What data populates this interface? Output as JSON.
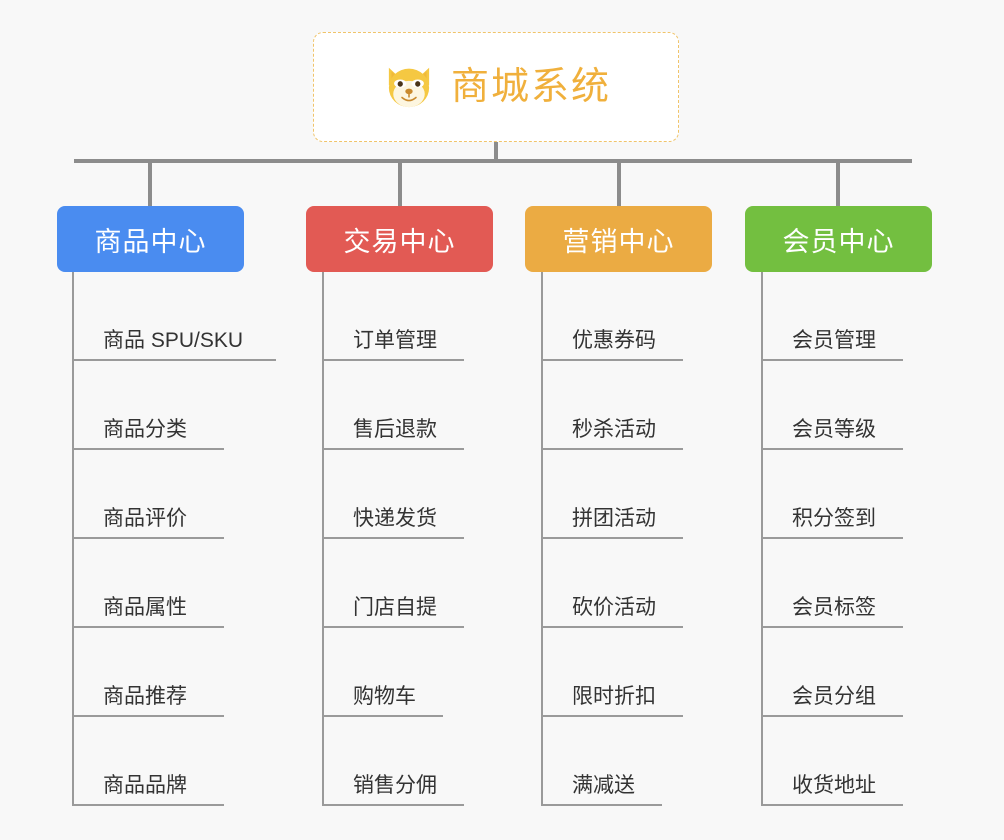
{
  "background_color": "#f8f8f8",
  "root": {
    "title": "商城系统",
    "icon": "dog-face-emoji",
    "text_color": "#f0b03c",
    "border_color": "#f0c46a",
    "background_color": "#ffffff"
  },
  "connector_color": "#8c8c8c",
  "branches": [
    {
      "label": "商品中心",
      "color": "#4a8cf0",
      "items": [
        "商品 SPU/SKU",
        "商品分类",
        "商品评价",
        "商品属性",
        "商品推荐",
        "商品品牌"
      ]
    },
    {
      "label": "交易中心",
      "color": "#e25a54",
      "items": [
        "订单管理",
        "售后退款",
        "快递发货",
        "门店自提",
        "购物车",
        "销售分佣"
      ]
    },
    {
      "label": "营销中心",
      "color": "#ebab43",
      "items": [
        "优惠券码",
        "秒杀活动",
        "拼团活动",
        "砍价活动",
        "限时折扣",
        "满减送"
      ]
    },
    {
      "label": "会员中心",
      "color": "#73bf40",
      "items": [
        "会员管理",
        "会员等级",
        "积分签到",
        "会员标签",
        "会员分组",
        "收货地址"
      ]
    }
  ]
}
